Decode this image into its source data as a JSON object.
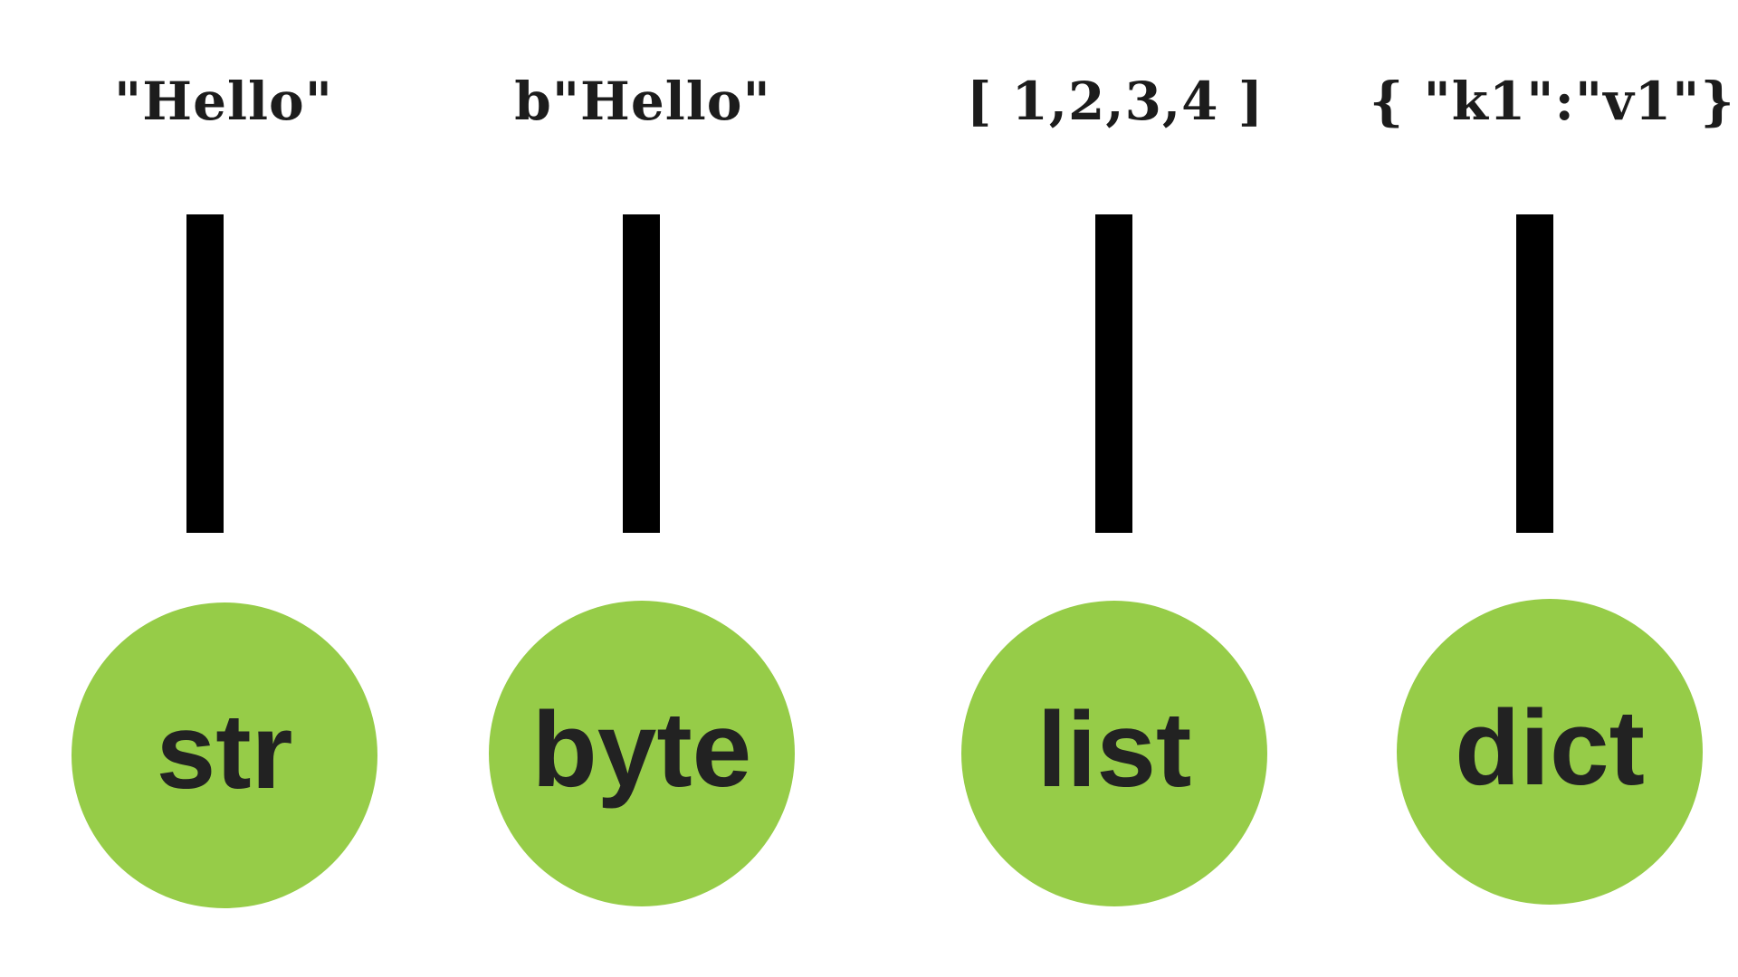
{
  "accent_color": "#96cc48",
  "bar_color": "#000000",
  "columns": [
    {
      "literal": "\"Hello\"",
      "type": "str"
    },
    {
      "literal": "b\"Hello\"",
      "type": "byte"
    },
    {
      "literal": "[ 1,2,3,4 ]",
      "type": "list"
    },
    {
      "literal": "{ \"k1\":\"v1\"}",
      "type": "dict"
    }
  ]
}
